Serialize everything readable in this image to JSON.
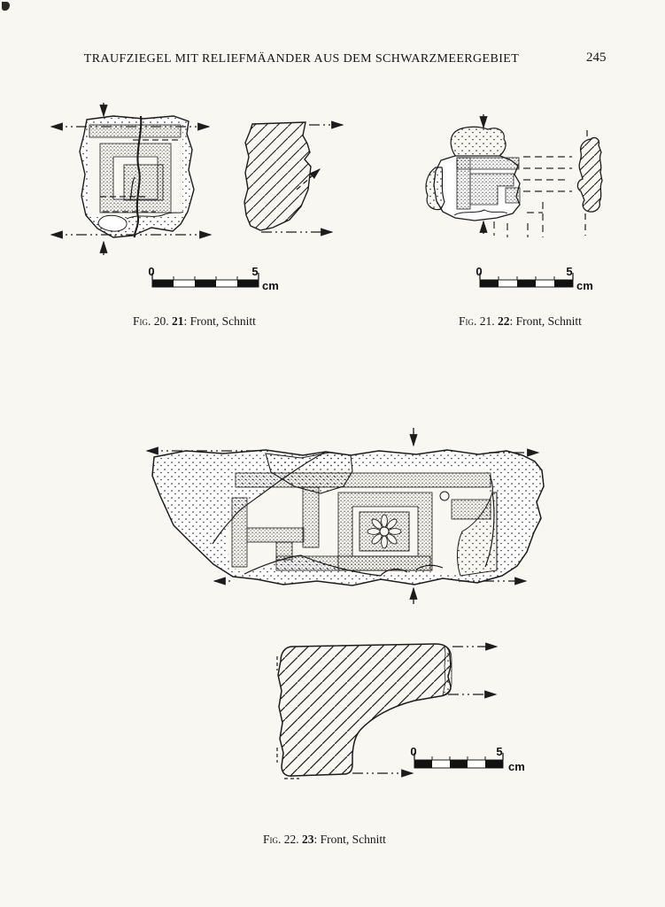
{
  "header": {
    "title": "TRAUFZIEGEL MIT RELIEFMÄANDER AUS DEM SCHWARZMEERGEBIET",
    "page_number": "245"
  },
  "captions": {
    "fig20": {
      "label": "Fig. 20. ",
      "bold_num": "21",
      "text": ": Front, Schnitt"
    },
    "fig21": {
      "label": "Fig. 21. ",
      "bold_num": "22",
      "text": ": Front, Schnitt"
    },
    "fig22": {
      "label": "Fig. 22. ",
      "bold_num": "23",
      "text": ": Front, Schnitt"
    }
  },
  "scale_bars": {
    "fig20": {
      "start": "0",
      "end": "5",
      "unit": "cm"
    },
    "fig21": {
      "start": "0",
      "end": "5",
      "unit": "cm"
    },
    "fig22": {
      "start": "0",
      "end": "5",
      "unit": "cm"
    }
  },
  "figure_content": {
    "fig20": "Eaves-tile fragment with relief meander, front view with vertical crack, section with diagonal hatching",
    "fig21": "Small eaves-tile fragment with meander hook, dashed reconstruction lines, narrow hatched section",
    "fig22": "Large eaves-tile fragment with swastika meander and eight-petal rosette panel, L-shaped hatched section"
  },
  "colors": {
    "paper": "#f8f7f2",
    "ink": "#1c1c1c"
  }
}
